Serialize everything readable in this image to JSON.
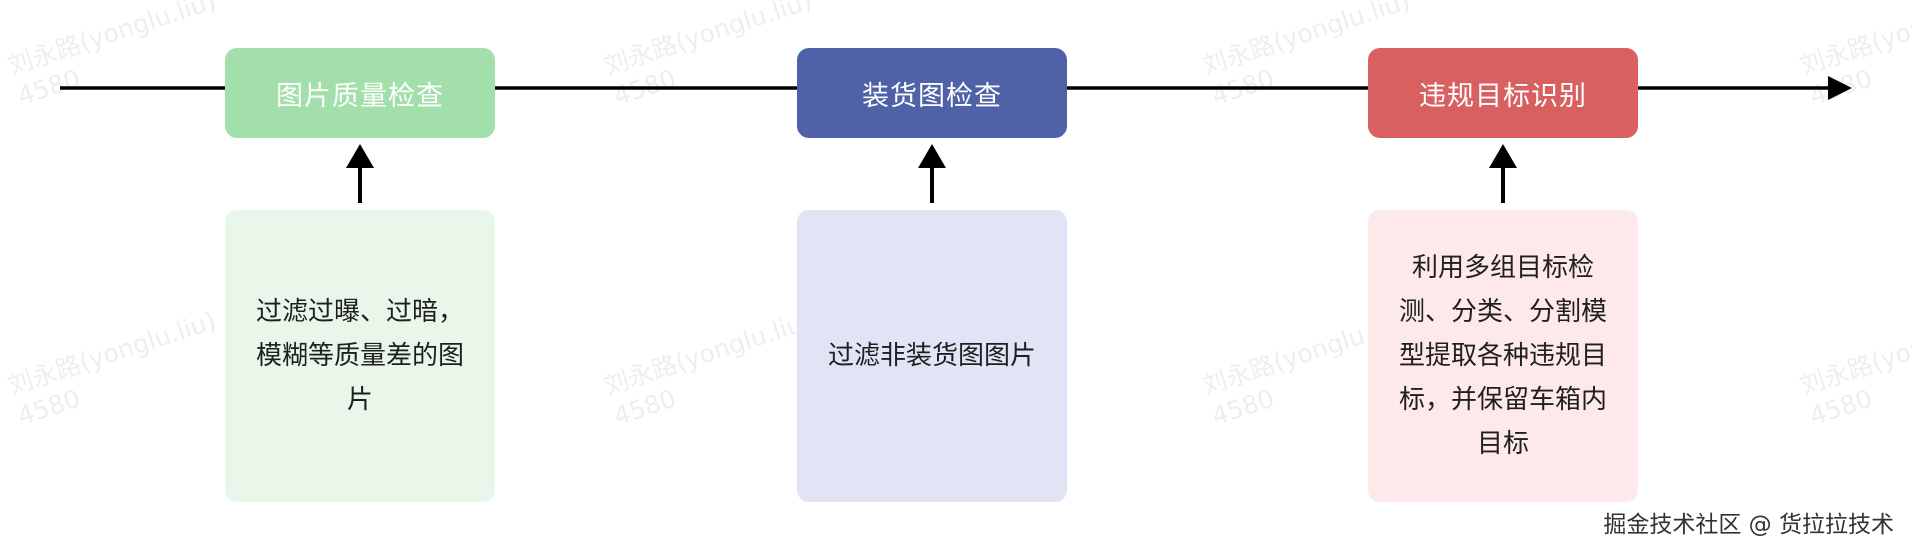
{
  "colors": {
    "timeline": "#000000",
    "stage_1_fill": "#a3dfaa",
    "stage_2_fill": "#5062a7",
    "stage_3_fill": "#d86060",
    "desc_1_fill": "#e9f7eb",
    "desc_2_fill": "#e0e4f5",
    "desc_3_fill": "#fde9ea",
    "watermark_text": "#9b9b9b"
  },
  "stages": [
    {
      "title": "图片质量检查",
      "description": "过滤过曝、过暗，\n模糊等质量差的图\n片"
    },
    {
      "title": "装货图检查",
      "description": "过滤非装货图图片"
    },
    {
      "title": "违规目标识别",
      "description": "利用多组目标检\n测、分类、分割模\n型提取各种违规目\n标，并保留车箱内\n目标"
    }
  ],
  "watermark": {
    "line1": "刘永路(yonglu.liu)",
    "line2": "4580"
  },
  "footer": {
    "credit": "掘金技术社区 @ 货拉拉技术"
  }
}
